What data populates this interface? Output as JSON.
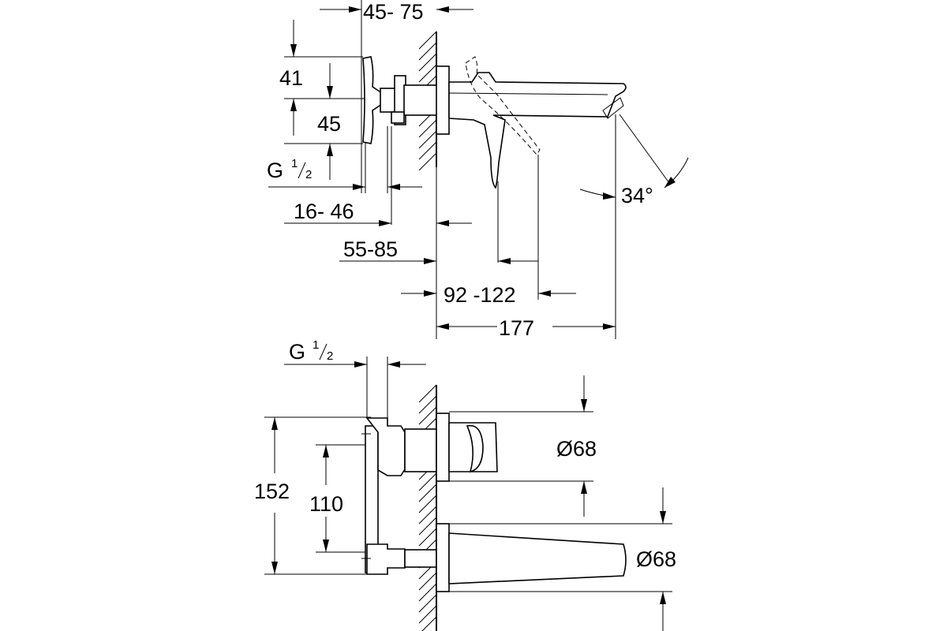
{
  "top_view": {
    "dims": {
      "d_45_75": "45- 75",
      "d_41": "41",
      "d_45": "45",
      "d_16_46": "16- 46",
      "d_55_85": "55-85",
      "d_92_122": "92 -122",
      "d_177": "177",
      "angle": "34°"
    },
    "thread": {
      "base": "G",
      "num": "1",
      "den": "2"
    }
  },
  "bottom_view": {
    "dims": {
      "d_152": "152",
      "d_110": "110",
      "dia_handle": "Ø68",
      "dia_spout": "Ø68"
    },
    "thread": {
      "base": "G",
      "num": "1",
      "den": "2"
    }
  }
}
